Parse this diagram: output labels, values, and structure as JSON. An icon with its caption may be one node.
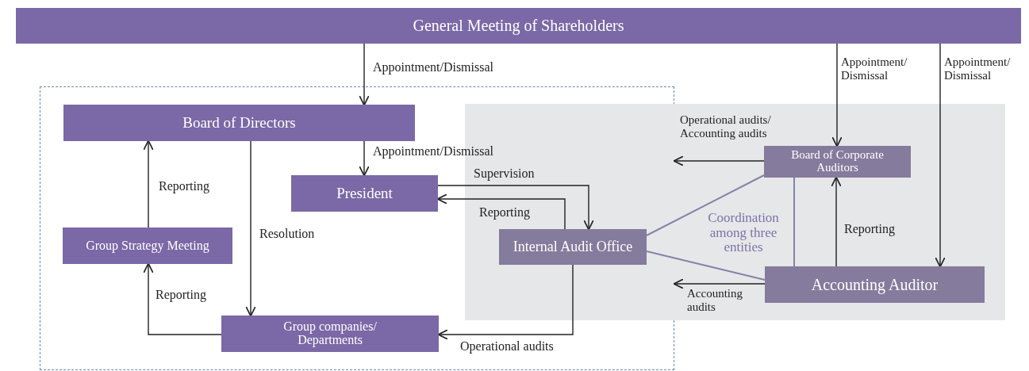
{
  "diagram": {
    "nodes": [
      {
        "text": [
          "General Meeting of Shareholders"
        ]
      },
      {
        "text": [],
        "shape": "box"
      },
      {
        "text": [],
        "shape": "box"
      },
      {
        "text": [
          "Board of Directors"
        ],
        "in": 1
      },
      {
        "text": [
          "President"
        ],
        "in": 1
      },
      {
        "text": [
          "Group Strategy Meeting"
        ],
        "in": 1
      },
      {
        "text": [
          "Group companies/ Departments"
        ],
        "in": 1
      },
      {
        "text": [
          "Internal Audit Office"
        ]
      },
      {
        "text": [
          "Board of Corporate Auditors"
        ],
        "in": 2
      },
      {
        "text": [
          "Accounting Auditor"
        ],
        "in": 2
      }
    ],
    "edges": [
      {
        "from": 0,
        "to": 3,
        "arrow": "to",
        "label": "Appointment/Dismissal"
      },
      {
        "from": 0,
        "to": 8,
        "arrow": "to",
        "label": "Appointment/ Dismissal"
      },
      {
        "from": 0,
        "to": 9,
        "arrow": "to",
        "label": "Appointment/ Dismissal"
      },
      {
        "from": 3,
        "to": 4,
        "arrow": "to",
        "label": "Appointment/Dismissal"
      },
      {
        "from": 3,
        "to": 6,
        "arrow": "to",
        "label": "Resolution"
      },
      {
        "from": 5,
        "to": 3,
        "arrow": "to",
        "label": "Reporting"
      },
      {
        "from": 6,
        "to": 5,
        "arrow": "to",
        "label": "Reporting"
      },
      {
        "from": 4,
        "to": 7,
        "arrow": "to",
        "label": "Supervision"
      },
      {
        "from": 7,
        "to": 4,
        "arrow": "to",
        "label": "Reporting"
      },
      {
        "from": 7,
        "to": 6,
        "arrow": "to",
        "label": "Operational audits"
      },
      {
        "from": 8,
        "to": 1,
        "arrow": "to",
        "label": "Operational audits/ Accounting audits"
      },
      {
        "from": 9,
        "to": 1,
        "arrow": "to",
        "label": "Accounting audits"
      },
      {
        "from": 9,
        "to": 8,
        "arrow": "to",
        "label": "Reporting"
      },
      {
        "from": 7,
        "to": 8,
        "arrow": "none",
        "color": "#8a80a8"
      },
      {
        "from": 7,
        "to": 9,
        "arrow": "none",
        "color": "#8a80a8"
      },
      {
        "from": 8,
        "to": 9,
        "arrow": "none",
        "color": "#8a80a8"
      }
    ],
    "labels": [
      "Coordination among three entities"
    ]
  }
}
